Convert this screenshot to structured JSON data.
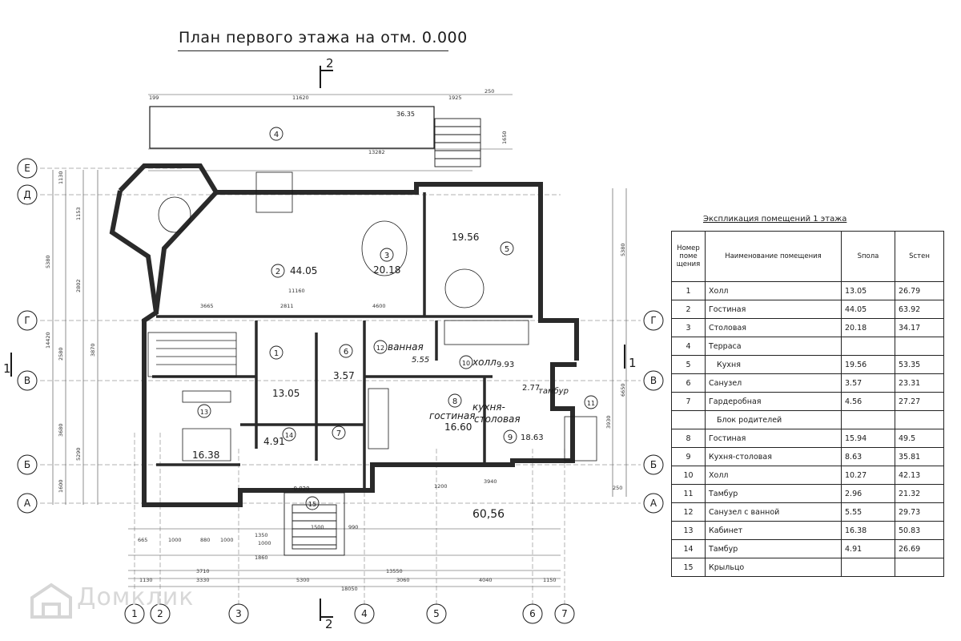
{
  "title": "План первого этажа на отм. 0.000",
  "section_marks": {
    "top": "2",
    "bottom": "2",
    "left": "1",
    "right": "1"
  },
  "axes": {
    "letters_left": [
      "Е",
      "Д",
      "Г",
      "В",
      "Б",
      "А"
    ],
    "letters_right": [
      "Г",
      "В",
      "Б",
      "А"
    ],
    "numbers_bottom": [
      "1",
      "2",
      "3",
      "4",
      "5",
      "6",
      "7"
    ]
  },
  "rooms": [
    {
      "num": "4",
      "area": ""
    },
    {
      "num": "2",
      "area": "44.05"
    },
    {
      "num": "3",
      "area": "20.18"
    },
    {
      "num": "5",
      "area": "19.56"
    },
    {
      "num": "1",
      "area": "13.05"
    },
    {
      "num": "6",
      "area": "3.57"
    },
    {
      "num": "12",
      "area": ""
    },
    {
      "num": "10",
      "area": "9.93"
    },
    {
      "num": "8",
      "area": "16.60"
    },
    {
      "num": "9",
      "area": "18.63"
    },
    {
      "num": "11",
      "area": "2.77"
    },
    {
      "num": "13",
      "area": "16.38"
    },
    {
      "num": "14",
      "area": "4.91"
    },
    {
      "num": "7",
      "area": ""
    },
    {
      "num": "15",
      "area": ""
    }
  ],
  "room_labels": {
    "bath": "ванная",
    "hall": "холл",
    "tambur": "тамбур",
    "living": "гостиная",
    "kitchen1": "кухня-",
    "kitchen2": "столовая",
    "bath_area": "5.55",
    "terrace_area": "36.35"
  },
  "total_area": "60,56",
  "level_mark": "-0.020",
  "dims_top": [
    "199",
    "11620",
    "1925",
    "250",
    "13282",
    "3665",
    "2811",
    "4600",
    "11160"
  ],
  "dims_bottom": [
    "665",
    "1000",
    "880",
    "1000",
    "1350",
    "1000",
    "1500",
    "990",
    "1860",
    "3710",
    "3330",
    "5300",
    "13550",
    "3060",
    "4040",
    "1150",
    "1130",
    "18050",
    "3940",
    "1200"
  ],
  "dims_left": [
    "1130",
    "1153",
    "5380",
    "2802",
    "3870",
    "2580",
    "14420",
    "5290",
    "3680",
    "1600"
  ],
  "dims_right": [
    "5380",
    "6650",
    "3930",
    "1650",
    "250"
  ],
  "explication": {
    "title": "Экспликация помещений 1 этажа",
    "headers": {
      "num": "Номер поме щения",
      "name": "Наименование помещения",
      "floor": "Sпола",
      "walls": "Sстен"
    },
    "rows": [
      {
        "num": "1",
        "name": "Холл",
        "floor": "13.05",
        "walls": "26.79"
      },
      {
        "num": "2",
        "name": "Гостиная",
        "floor": "44.05",
        "walls": "63.92"
      },
      {
        "num": "3",
        "name": "Столовая",
        "floor": "20.18",
        "walls": "34.17"
      },
      {
        "num": "4",
        "name": "Терраса",
        "floor": "",
        "walls": ""
      },
      {
        "num": "5",
        "name": "Кухня",
        "floor": "19.56",
        "walls": "53.35"
      },
      {
        "num": "6",
        "name": "Санузел",
        "floor": "3.57",
        "walls": "23.31"
      },
      {
        "num": "7",
        "name": "Гардеробная",
        "floor": "4.56",
        "walls": "27.27"
      },
      {
        "num": "",
        "name": "Блок родителей",
        "floor": "",
        "walls": ""
      },
      {
        "num": "8",
        "name": "Гостиная",
        "floor": "15.94",
        "walls": "49.5"
      },
      {
        "num": "9",
        "name": "Кухня-столовая",
        "floor": "8.63",
        "walls": "35.81"
      },
      {
        "num": "10",
        "name": "Холл",
        "floor": "10.27",
        "walls": "42.13"
      },
      {
        "num": "11",
        "name": "Тамбур",
        "floor": "2.96",
        "walls": "21.32"
      },
      {
        "num": "12",
        "name": "Санузел с ванной",
        "floor": "5.55",
        "walls": "29.73"
      },
      {
        "num": "13",
        "name": "Кабинет",
        "floor": "16.38",
        "walls": "50.83"
      },
      {
        "num": "14",
        "name": "Тамбур",
        "floor": "4.91",
        "walls": "26.69"
      },
      {
        "num": "15",
        "name": "Крыльцо",
        "floor": "",
        "walls": ""
      }
    ]
  },
  "watermark": {
    "text": "Домклик",
    "icon": "house-logo-icon"
  }
}
